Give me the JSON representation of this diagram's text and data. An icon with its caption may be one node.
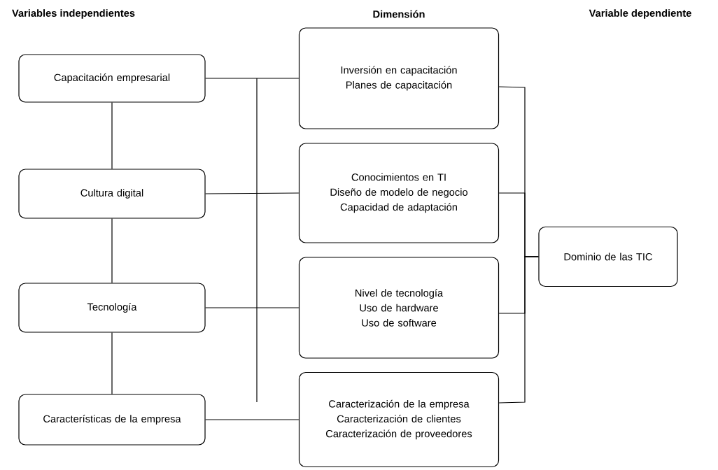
{
  "diagram": {
    "nodes": [
      {
        "text": [
          "Capacitación empresarial"
        ]
      },
      {
        "text": [
          "Cultura digital"
        ]
      },
      {
        "text": [
          "Tecnología"
        ]
      },
      {
        "text": [
          "Características de la empresa"
        ]
      },
      {
        "text": [
          "Inversión en capacitación",
          "Planes de capacitación"
        ]
      },
      {
        "text": [
          "Conocimientos en TI",
          "Diseño de modelo de negocio",
          "Capacidad de adaptación"
        ]
      },
      {
        "text": [
          "Nivel de tecnología",
          "Uso de hardware",
          "Uso de software"
        ]
      },
      {
        "text": [
          "Caracterización de la empresa",
          "Caracterización de clientes",
          "Caracterización de proveedores"
        ]
      },
      {
        "text": [
          "Dominio de las TIC"
        ]
      }
    ],
    "edges": [
      {
        "from": 0,
        "to": 1,
        "arrow": "none"
      },
      {
        "from": 1,
        "to": 2,
        "arrow": "none"
      },
      {
        "from": 2,
        "to": 3,
        "arrow": "none"
      },
      {
        "from": 0,
        "to": 4,
        "arrow": "none"
      },
      {
        "from": 1,
        "to": 5,
        "arrow": "none"
      },
      {
        "from": 2,
        "to": 6,
        "arrow": "none"
      },
      {
        "from": 3,
        "to": 7,
        "arrow": "none"
      },
      {
        "from": 4,
        "to": 8,
        "arrow": "none"
      },
      {
        "from": 5,
        "to": 8,
        "arrow": "none"
      },
      {
        "from": 6,
        "to": 8,
        "arrow": "none"
      },
      {
        "from": 7,
        "to": 8,
        "arrow": "none"
      }
    ],
    "labels": [
      "Variables independientes",
      "Dimensión",
      "Variable dependiente"
    ]
  }
}
